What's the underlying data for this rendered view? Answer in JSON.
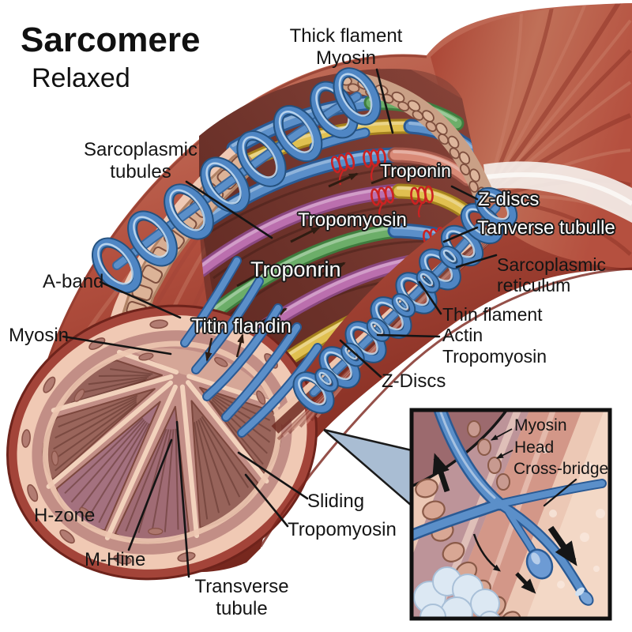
{
  "image": {
    "title": "Sarcomere",
    "state": "Relaxed"
  },
  "labels": {
    "thick_filament_1": "Thick flament",
    "thick_filament_2": "Myosin",
    "sarcoplasmic_tubules_1": "Sarcoplasmic",
    "sarcoplasmic_tubules_2": "tubules",
    "troponin_upper": "Troponin",
    "z_discs_right": "Z-discs",
    "tanverse_tubulle": "Tanverse tubulle",
    "tropomyosin_center": "Tropomyosin",
    "troponin_center": "Troponrin",
    "sarcoplasmic_reticulum_1": "Sarcoplasmic",
    "sarcoplasmic_reticulum_2": "reticulum",
    "a_band": "A-band",
    "titin": "Titin flandin",
    "thin_filament_1": "Thin flament",
    "thin_filament_2": "Actin",
    "thin_filament_3": "Tropomyosin",
    "myosin_left": "Myosin",
    "z_discs_bottom": "Z-Discs",
    "h_zone": "H-zone",
    "m_line": "M-Hine",
    "sliding": "Sliding",
    "tropomyosin_bottom": "Tropomyosin",
    "transverse_tubule_1": "Transverse",
    "transverse_tubule_2": "tubule"
  },
  "inset": {
    "myosin": "Myosin",
    "head": "Head",
    "cross_bridge": "Cross-bridge"
  },
  "colors": {
    "muscle_red": "#b24f3e",
    "muscle_dark": "#8e3428",
    "pale_pink": "#f0c9b4",
    "bead_tan": "#d7ae93",
    "filament_blue": "#5b8fc9",
    "filament_yellow": "#e0c050",
    "filament_green": "#6cae69",
    "filament_magenta": "#bb6fae",
    "troponin_red": "#cc2222",
    "coil_blue": "#4f86c4",
    "callout_blue_gray": "#a9bdd3",
    "inset_background": "#ecc8b5",
    "label_black": "#151515",
    "label_white": "#ffffff"
  }
}
